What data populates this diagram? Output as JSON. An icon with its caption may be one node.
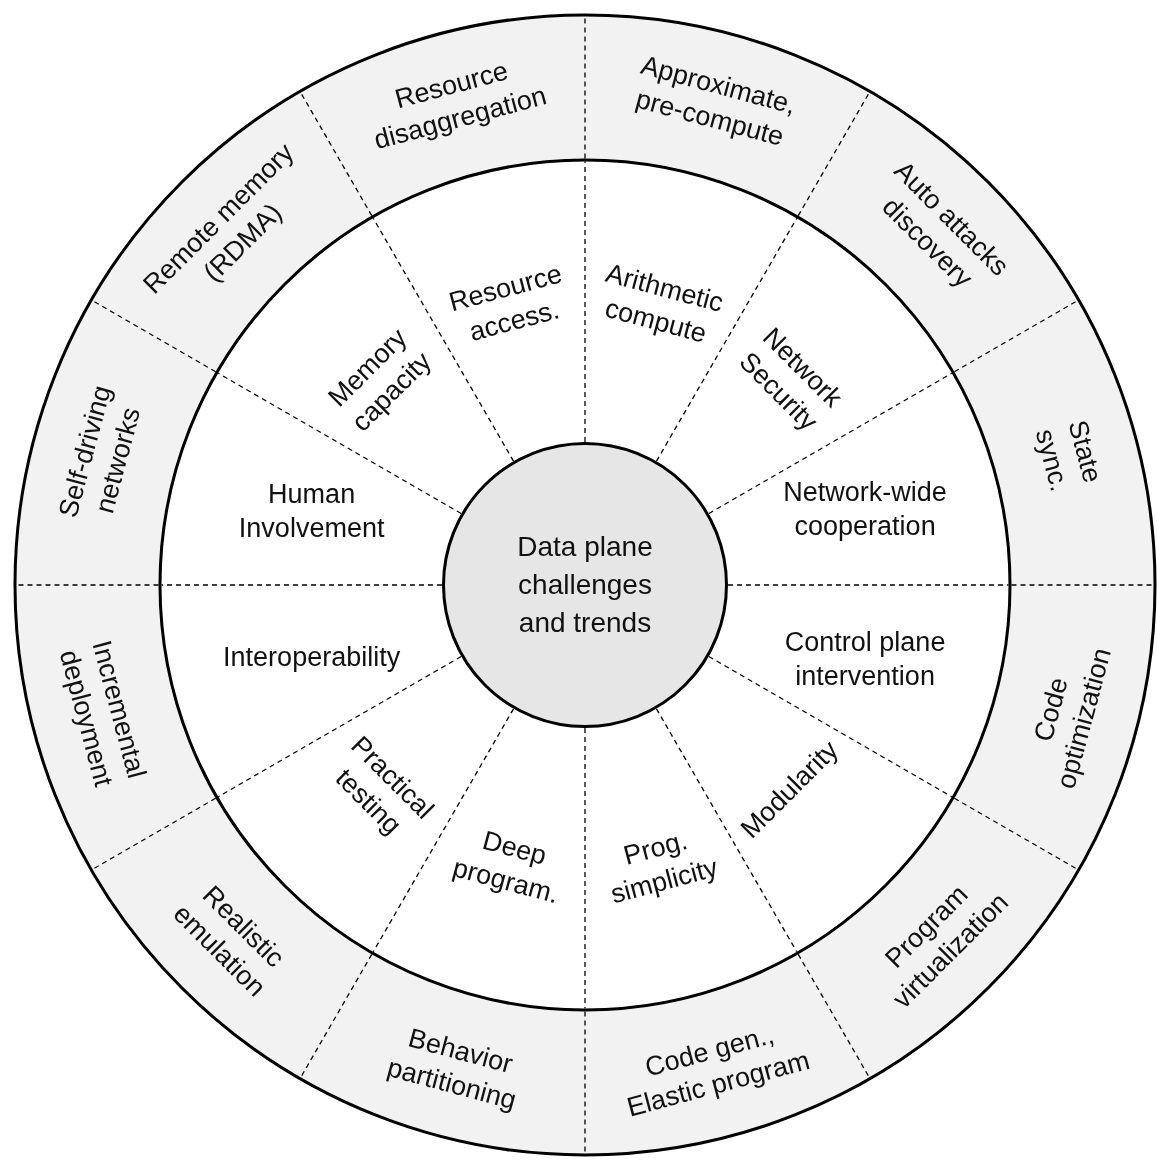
{
  "diagram": {
    "nodes": [
      {
        "text": [
          "Data plane challenges and trends"
        ]
      },
      {
        "text": [
          "Memory capacity"
        ]
      },
      {
        "text": [
          "Resource access."
        ]
      },
      {
        "text": [
          "Arithmetic compute"
        ]
      },
      {
        "text": [
          "Network Security"
        ]
      },
      {
        "text": [
          "Network-wide cooperation"
        ]
      },
      {
        "text": [
          "Control plane intervention"
        ]
      },
      {
        "text": [
          "Modularity"
        ]
      },
      {
        "text": [
          "Prog. simplicity"
        ]
      },
      {
        "text": [
          "Deep program."
        ]
      },
      {
        "text": [
          "Practical testing"
        ]
      },
      {
        "text": [
          "Interoperability"
        ]
      },
      {
        "text": [
          "Human Involvement"
        ]
      },
      {
        "text": [
          "Remote memory (RDMA)"
        ]
      },
      {
        "text": [
          "Resource disaggregation"
        ]
      },
      {
        "text": [
          "Approximate, pre-compute"
        ]
      },
      {
        "text": [
          "Auto attacks discovery"
        ]
      },
      {
        "text": [
          "State sync."
        ]
      },
      {
        "text": [
          "Code optimization"
        ]
      },
      {
        "text": [
          "Program virtualization"
        ]
      },
      {
        "text": [
          "Code gen., Elastic program"
        ]
      },
      {
        "text": [
          "Behavior partitioning"
        ]
      },
      {
        "text": [
          "Realistic emulation"
        ]
      },
      {
        "text": [
          "Incremental deployment"
        ]
      },
      {
        "text": [
          "Self-driving networks"
        ]
      }
    ]
  }
}
